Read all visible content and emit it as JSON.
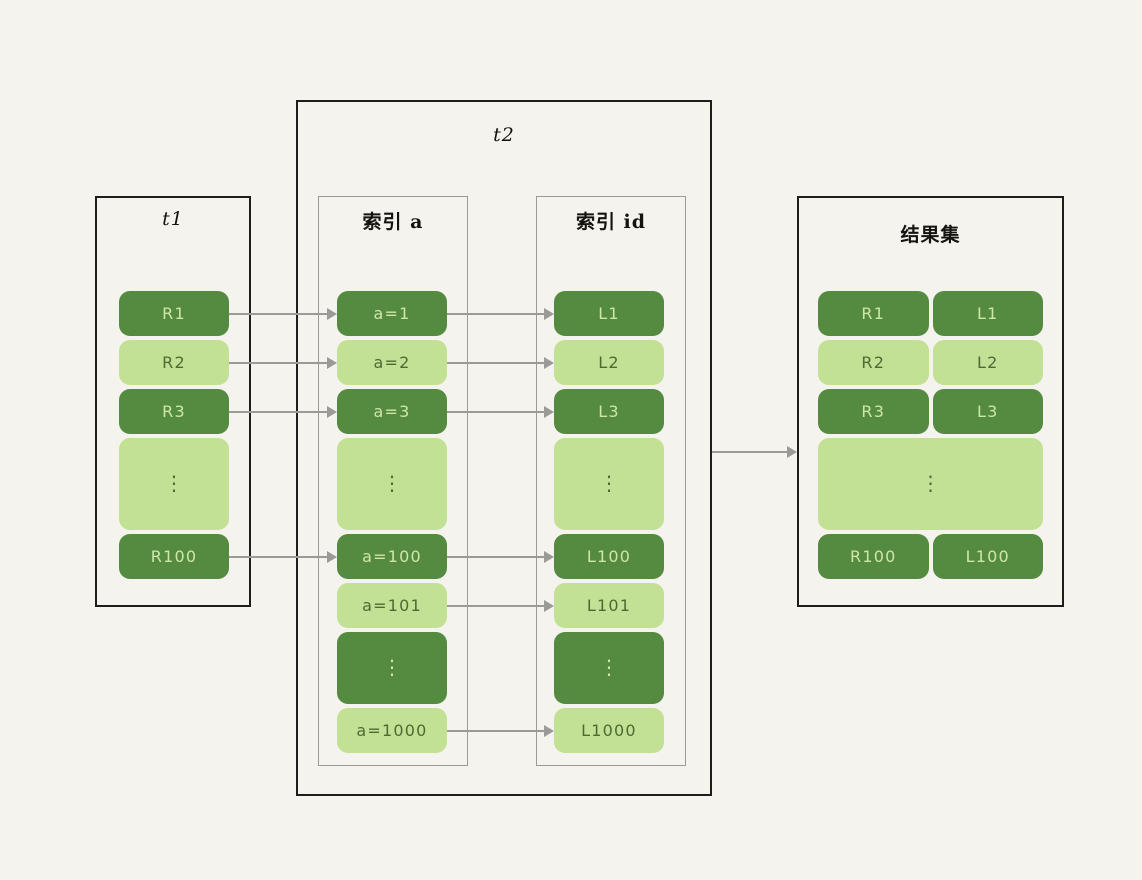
{
  "diagram": {
    "title": "MySQL join buffer / index nested-loop join diagram",
    "colors": {
      "background": "#f5f3ee",
      "dark_green": "#558b41",
      "light_green": "#c3e194",
      "dark_text": "#cfe6a9",
      "light_text": "#4c6b33",
      "outer_border": "#1d1d1b",
      "inner_border": "#9b9b96",
      "connector": "#9a9a96"
    },
    "panels": {
      "t1": {
        "label": "t1"
      },
      "t2": {
        "label": "t2"
      },
      "index_a": {
        "label": "索引 a"
      },
      "index_id": {
        "label": "索引 id"
      },
      "result_set": {
        "label": "结果集"
      }
    },
    "columns": {
      "t1_rows": [
        {
          "label": "R1",
          "shade": "dark",
          "height": 45
        },
        {
          "label": "R2",
          "shade": "light",
          "height": 45
        },
        {
          "label": "R3",
          "shade": "dark",
          "height": 45
        },
        {
          "label": "⋮",
          "shade": "light",
          "height": 92,
          "is_ellipsis": true
        },
        {
          "label": "R100",
          "shade": "dark",
          "height": 45
        }
      ],
      "index_a_rows": [
        {
          "label": "a=1",
          "shade": "dark",
          "height": 45
        },
        {
          "label": "a=2",
          "shade": "light",
          "height": 45
        },
        {
          "label": "a=3",
          "shade": "dark",
          "height": 45
        },
        {
          "label": "⋮",
          "shade": "light",
          "height": 92,
          "is_ellipsis": true
        },
        {
          "label": "a=100",
          "shade": "dark",
          "height": 45
        },
        {
          "label": "a=101",
          "shade": "light",
          "height": 45
        },
        {
          "label": "⋮",
          "shade": "dark",
          "height": 72,
          "is_ellipsis": true
        },
        {
          "label": "a=1000",
          "shade": "light",
          "height": 45
        }
      ],
      "index_id_rows": [
        {
          "label": "L1",
          "shade": "dark",
          "height": 45
        },
        {
          "label": "L2",
          "shade": "light",
          "height": 45
        },
        {
          "label": "L3",
          "shade": "dark",
          "height": 45
        },
        {
          "label": "⋮",
          "shade": "light",
          "height": 92,
          "is_ellipsis": true
        },
        {
          "label": "L100",
          "shade": "dark",
          "height": 45
        },
        {
          "label": "L101",
          "shade": "light",
          "height": 45
        },
        {
          "label": "⋮",
          "shade": "dark",
          "height": 72,
          "is_ellipsis": true
        },
        {
          "label": "L1000",
          "shade": "light",
          "height": 45
        }
      ],
      "result_rows": [
        {
          "left": "R1",
          "right": "L1",
          "shade": "dark",
          "height": 45,
          "is_ellipsis": false
        },
        {
          "left": "R2",
          "right": "L2",
          "shade": "light",
          "height": 45,
          "is_ellipsis": false
        },
        {
          "left": "R3",
          "right": "L3",
          "shade": "dark",
          "height": 45,
          "is_ellipsis": false
        },
        {
          "left": "⋮",
          "right": "",
          "shade": "light",
          "height": 92,
          "is_ellipsis": true
        },
        {
          "left": "R100",
          "right": "L100",
          "shade": "dark",
          "height": 45,
          "is_ellipsis": false
        }
      ]
    },
    "connectors": {
      "t1_to_index_a": [
        {
          "from": "R1",
          "to": "a=1"
        },
        {
          "from": "R2",
          "to": "a=2"
        },
        {
          "from": "R3",
          "to": "a=3"
        },
        {
          "from": "R100",
          "to": "a=100"
        }
      ],
      "index_a_to_index_id": [
        {
          "from": "a=1",
          "to": "L1"
        },
        {
          "from": "a=2",
          "to": "L2"
        },
        {
          "from": "a=3",
          "to": "L3"
        },
        {
          "from": "a=100",
          "to": "L100"
        },
        {
          "from": "a=101",
          "to": "L101"
        },
        {
          "from": "a=1000",
          "to": "L1000"
        }
      ],
      "t2_to_result_set": [
        {
          "from": "t2",
          "to": "结果集"
        }
      ]
    }
  }
}
